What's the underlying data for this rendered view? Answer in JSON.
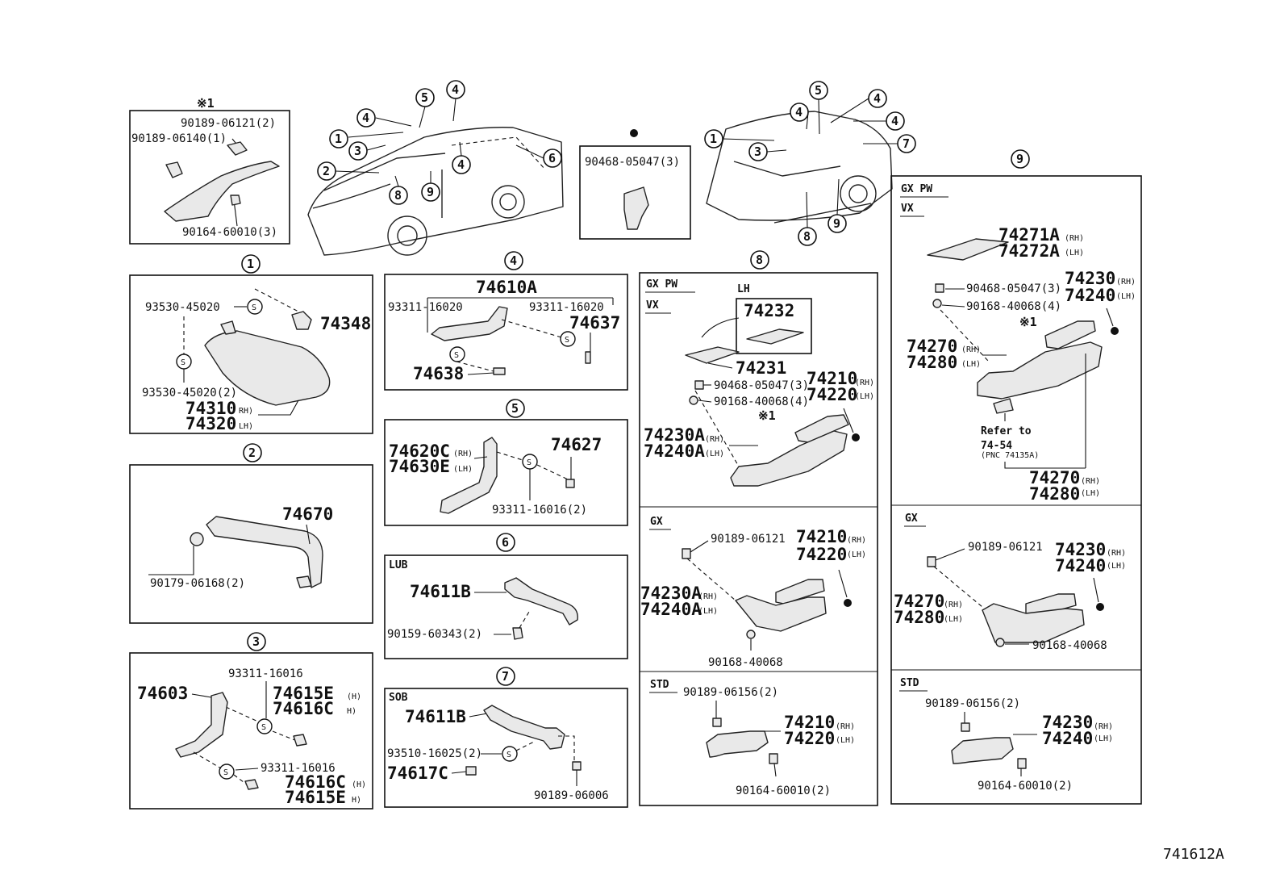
{
  "diagram_id": "741612A",
  "markers": {
    "star1": "※1",
    "ring": "●",
    "s": "S"
  },
  "top_left": {
    "p1": "90189-06121(2)",
    "p2": "90189-06140(1)",
    "p3": "90164-60010(3)"
  },
  "top_mid": {
    "p1": "90468-05047(3)"
  },
  "callouts": [
    "1",
    "2",
    "3",
    "4",
    "5",
    "6",
    "7",
    "8",
    "9"
  ],
  "sec1": {
    "p_a": "93530-45020",
    "p_b": "74348",
    "p_c": "93530-45020(2)",
    "p_d": "74310",
    "p_d_side": "RH)",
    "p_e": "74320",
    "p_e_side": "LH)"
  },
  "sec2": {
    "p_a": "74670",
    "p_b": "90179-06168(2)"
  },
  "sec3": {
    "p_a": "74603",
    "p_b": "93311-16016",
    "p_c": "74615E",
    "p_c_side": "(H)",
    "p_d": "74616C",
    "p_d_side": "H)",
    "p_e": "93311-16016",
    "p_f": "74616C",
    "p_f_side": "(H)",
    "p_g": "74615E",
    "p_g_side": "H)"
  },
  "sec4": {
    "p_a": "74610A",
    "p_b": "93311-16020",
    "p_c": "93311-16020",
    "p_d": "74637",
    "p_e": "74638"
  },
  "sec5": {
    "p_a": "74620C",
    "p_a_side": "(RH)",
    "p_b": "74630E",
    "p_b_side": "(LH)",
    "p_c": "74627",
    "p_d": "93311-16016(2)"
  },
  "sec6": {
    "variant": "LUB",
    "p_a": "74611B",
    "p_b": "90159-60343(2)"
  },
  "sec7": {
    "variant": "SOB",
    "p_a": "74611B",
    "p_b": "93510-16025(2)",
    "p_c": "74617C",
    "p_d": "90189-06006"
  },
  "sec8": {
    "upper": {
      "v1": "GX  PW",
      "v2": "VX",
      "lh": "LH",
      "p_a": "74232",
      "p_b": "74231",
      "p_c": "90468-05047(3)",
      "p_d": "90168-40068(4)",
      "p_e": "74210",
      "p_e_side": "(RH)",
      "p_f": "74220",
      "p_f_side": "(LH)",
      "p_g": "74230A",
      "p_g_side": "(RH)",
      "p_h": "74240A",
      "p_h_side": "(LH)"
    },
    "mid": {
      "v1": "GX",
      "p_a": "90189-06121",
      "p_b": "74210",
      "p_b_side": "(RH)",
      "p_c": "74220",
      "p_c_side": "(LH)",
      "p_d": "74230A",
      "p_d_side": "(RH)",
      "p_e": "74240A",
      "p_e_side": "(LH)",
      "p_f": "90168-40068"
    },
    "low": {
      "v1": "STD",
      "p_a": "90189-06156(2)",
      "p_b": "74210",
      "p_b_side": "(RH)",
      "p_c": "74220",
      "p_c_side": "(LH)",
      "p_d": "90164-60010(2)"
    }
  },
  "sec9": {
    "upper": {
      "v1": "GX  PW",
      "v2": "VX",
      "p_a": "74271A",
      "p_a_side": "(RH)",
      "p_b": "74272A",
      "p_b_side": "(LH)",
      "p_c": "90468-05047(3)",
      "p_d": "74230",
      "p_d_side": "(RH)",
      "p_e": "90168-40068(4)",
      "p_f": "74240",
      "p_f_side": "(LH)",
      "p_g": "74270",
      "p_g_side": "(RH)",
      "p_h": "74280",
      "p_h_side": "(LH)",
      "ref1": "Refer to",
      "ref2": "74-54",
      "ref3": "(PNC 74135A)",
      "p_i": "74270",
      "p_i_side": "(RH)",
      "p_j": "74280",
      "p_j_side": "(LH)"
    },
    "mid": {
      "v1": "GX",
      "p_a": "90189-06121",
      "p_b": "74230",
      "p_b_side": "(RH)",
      "p_c": "74240",
      "p_c_side": "(LH)",
      "p_d": "74270",
      "p_d_side": "(RH)",
      "p_e": "74280",
      "p_e_side": "(LH)",
      "p_f": "90168-40068"
    },
    "low": {
      "v1": "STD",
      "p_a": "90189-06156(2)",
      "p_b": "74230",
      "p_b_side": "(RH)",
      "p_c": "74240",
      "p_c_side": "(LH)",
      "p_d": "90164-60010(2)"
    }
  }
}
